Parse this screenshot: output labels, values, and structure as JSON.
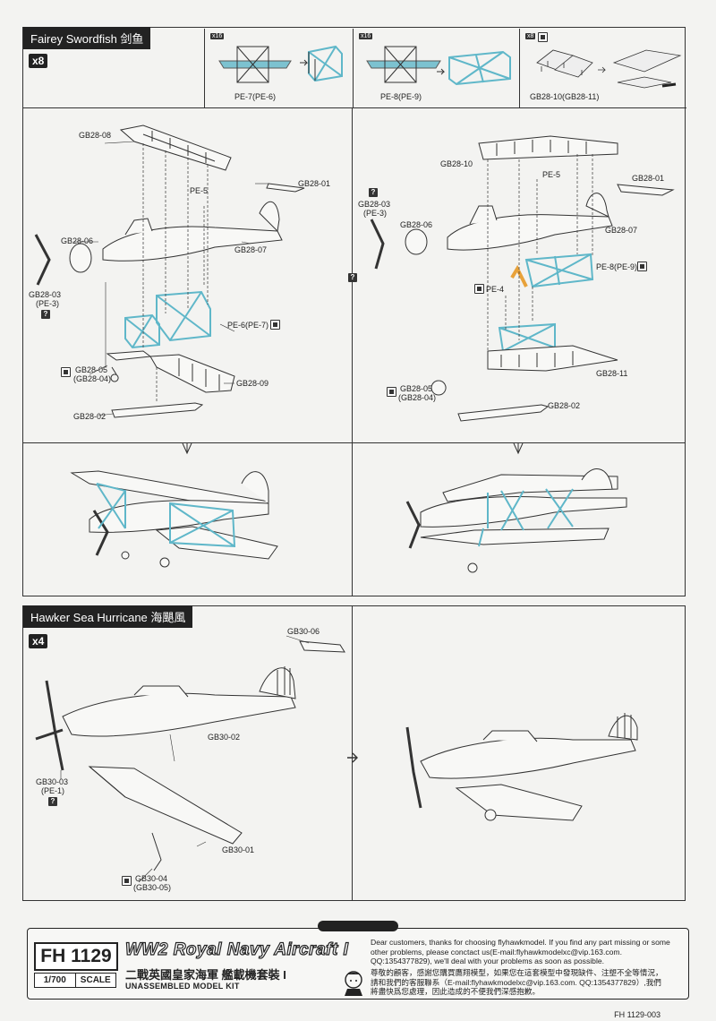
{
  "swordfish": {
    "title": "Fairey Swordfish  剑鱼",
    "qty": "x8",
    "pe_steps": [
      {
        "count": "x16",
        "label": "PE-7(PE-6)"
      },
      {
        "count": "x16",
        "label": "PE-8(PE-9)"
      },
      {
        "count": "x8",
        "label": "GB28-10(GB28-11)"
      }
    ],
    "left_labels": {
      "wing_top": "GB28-08",
      "tail": "GB28-01",
      "pe5": "PE-5",
      "prop": "GB28-06",
      "fuselage": "GB28-07",
      "spinner": "GB28-03",
      "spinner_alt": "(PE-3)",
      "strut": "PE-6(PE-7)",
      "gear": "GB28-05",
      "gear_alt": "(GB28-04)",
      "wing_bottom": "GB28-09",
      "torpedo": "GB28-02"
    },
    "right_labels": {
      "wing_top": "GB28-10",
      "tail": "GB28-01",
      "pe5": "PE-5",
      "spinner": "GB28-03",
      "spinner_alt": "(PE-3)",
      "prop": "GB28-06",
      "fuselage": "GB28-07",
      "strut": "PE-8(PE-9)",
      "pe4": "PE-4",
      "wing_bottom": "GB28-11",
      "gear": "GB28-05",
      "gear_alt": "(GB28-04)",
      "torpedo": "GB28-02"
    }
  },
  "hurricane": {
    "title": "Hawker Sea Hurricane  海颶風",
    "qty": "x4",
    "labels": {
      "tail": "GB30-06",
      "fuselage": "GB30-02",
      "spinner": "GB30-03",
      "spinner_alt": "(PE-1)",
      "wing": "GB30-01",
      "gear": "GB30-04",
      "gear_alt": "(GB30-05)"
    }
  },
  "footer": {
    "code": "FH 1129",
    "scale": "1/700",
    "scale_word": "SCALE",
    "title": "WW2 Royal Navy Aircraft I",
    "subtitle_cn": "二戰英國皇家海軍 艦載機套裝 I",
    "subtitle_en": "UNASSEMBLED MODEL KIT",
    "msg_en": "Dear customers, thanks for choosing flyhawkmodel. If you find any part missing or some other problems, please conctact us(E-mail:flyhawkmodelxc@vip.163.com. QQ:1354377829), we'll deal with your problems as soon as possible.",
    "msg_cn": "尊敬的顧客，感謝您購買鷹翔模型，如果您在這套模型中發現缺件、注塑不全等情況，請和我們的客服聯系（E-mail:flyhawkmodelxc@vip.163.com. QQ:1354377829）,我們將盡快爲您處理，因此造成的不便我們深感抱歉。",
    "page_code": "FH 1129-003"
  },
  "colors": {
    "pe_blue": "#5fb7c9",
    "ink": "#222222"
  }
}
